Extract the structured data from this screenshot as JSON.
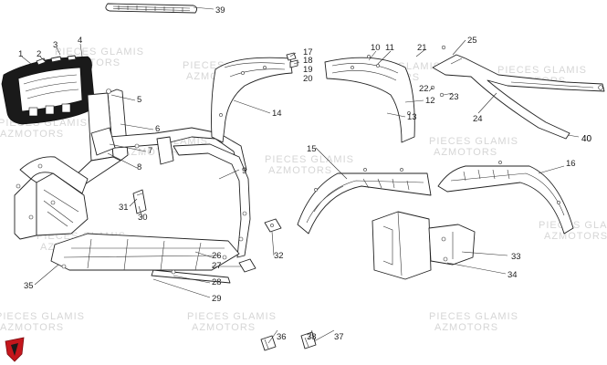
{
  "labels": [
    "1",
    "2",
    "3",
    "4",
    "5",
    "6",
    "7",
    "8",
    "9",
    "30",
    "31",
    "26",
    "27",
    "28",
    "29",
    "35",
    "32",
    "39",
    "17",
    "18",
    "19",
    "20",
    "14",
    "10",
    "11",
    "21",
    "12",
    "22",
    "23",
    "13",
    "25",
    "24",
    "40",
    "15",
    "16",
    "33",
    "34",
    "36",
    "38",
    "37"
  ],
  "watermark": {
    "line1": "PIECES GLAMIS",
    "line2": "AZMOTORS"
  },
  "colors": {
    "line": "#222222",
    "watermark": "#d6d6d6",
    "logo_red": "#c4161c"
  },
  "icons": {
    "logo": "azmotors-shield-logo"
  }
}
